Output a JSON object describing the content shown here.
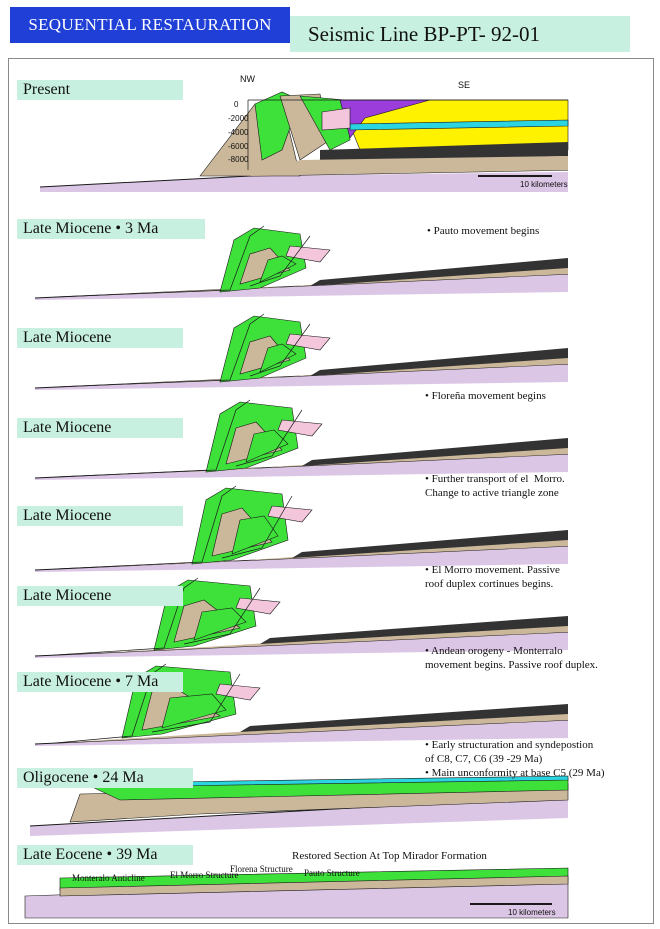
{
  "header": {
    "title": "SEQUENTIAL RESTAURATION",
    "seismic_line": "Seismic Line  BP-PT- 92-01"
  },
  "present": {
    "nw": "NW",
    "se": "SE",
    "depths": [
      "0",
      "-2000",
      "-4000",
      "-6000",
      "-8000"
    ],
    "scale": "10 kilometers"
  },
  "stages": [
    {
      "label": "Present",
      "annotation": ""
    },
    {
      "label": "Late Miocene • 3 Ma",
      "annotation": "• Pauto movement begins"
    },
    {
      "label": "Late Miocene",
      "annotation": ""
    },
    {
      "label": "Late Miocene",
      "annotation": "• Floreña movement begins"
    },
    {
      "label": "Late Miocene",
      "annotation": "• Further transport of el  Morro.\nChange to active triangle zone"
    },
    {
      "label": "Late Miocene",
      "annotation": "• El Morro movement. Passive\nroof duplex cortinues begins."
    },
    {
      "label": "Late Miocene • 7 Ma",
      "annotation": "• Andean orogeny - Monterralo\nmovement begins. Passive roof duplex."
    },
    {
      "label": "Oligocene • 24 Ma",
      "annotation": "• Early structuration and syndepostion\nof C8, C7, C6 (39 -29 Ma)\n• Main unconformity at base C5 (29 Ma)"
    },
    {
      "label": "Late Eocene • 39 Ma",
      "annotation": "Restored Section At Top Mirador Formation"
    }
  ],
  "eocene_structures": {
    "monteralo": "Monteralo Anticline",
    "el_morro": "El Morro Structure",
    "florena": "Florena Structure",
    "pauto": "Pauto Structure",
    "scale": "10 kilometers"
  },
  "colors": {
    "green": "#3ee03a",
    "tan": "#cbb89a",
    "yellow": "#fff200",
    "purple": "#9a3ddb",
    "cyan": "#2ad4e0",
    "pink": "#f3c6dc",
    "basement": "#dcc6e6",
    "dark": "#1a1a1a",
    "banner": "#c8f0e1",
    "title_bg": "#1f3fd6"
  }
}
